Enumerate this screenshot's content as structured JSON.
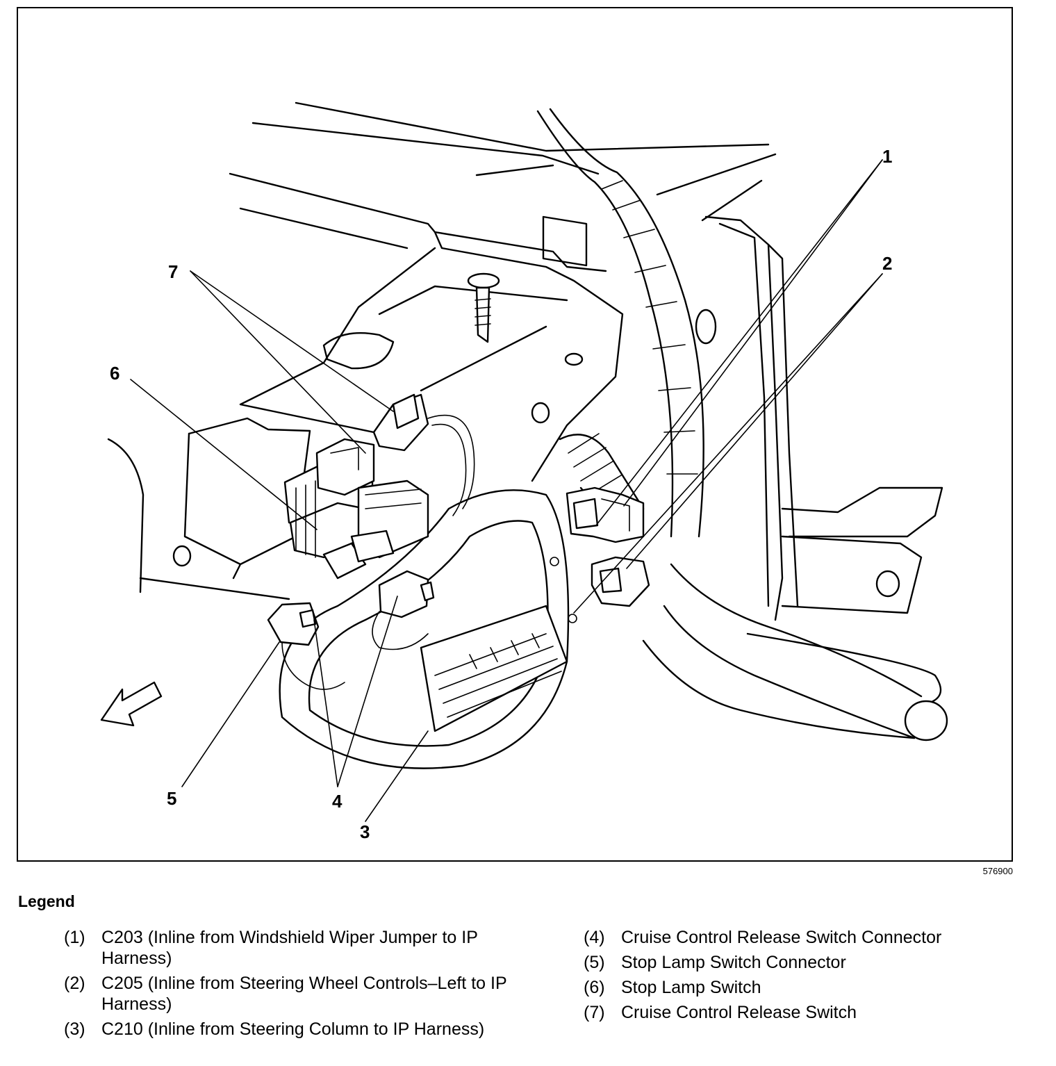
{
  "callouts": [
    "1",
    "2",
    "3",
    "4",
    "5",
    "6",
    "7"
  ],
  "figure_id": "576900",
  "legend": {
    "title": "Legend",
    "left": [
      {
        "num": "(1)",
        "text": "C203 (Inline from Windshield Wiper Jumper to IP Harness)"
      },
      {
        "num": "(2)",
        "text": "C205 (Inline from Steering Wheel Controls–Left to IP Harness)"
      },
      {
        "num": "(3)",
        "text": "C210 (Inline from Steering Column to IP Harness)"
      }
    ],
    "right": [
      {
        "num": "(4)",
        "text": "Cruise Control Release Switch Connector"
      },
      {
        "num": "(5)",
        "text": "Stop Lamp Switch Connector"
      },
      {
        "num": "(6)",
        "text": "Stop Lamp Switch"
      },
      {
        "num": "(7)",
        "text": "Cruise Control Release Switch"
      }
    ]
  }
}
